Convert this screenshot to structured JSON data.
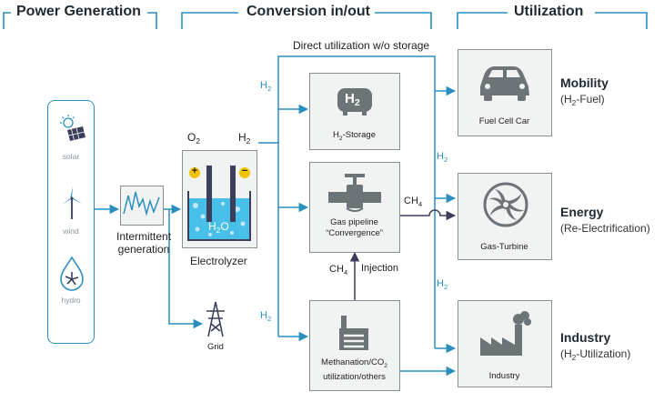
{
  "sections": {
    "power_generation": "Power Generation",
    "conversion": "Conversion in/out",
    "utilization": "Utilization"
  },
  "sources": [
    {
      "label": "solar",
      "icon": "solar-panel-icon"
    },
    {
      "label": "wind",
      "icon": "wind-turbine-icon"
    },
    {
      "label": "hydro",
      "icon": "hydro-icon"
    }
  ],
  "intermittent": {
    "line1": "Intermittent",
    "line2": "generation"
  },
  "grid": "Grid",
  "electrolyzer": {
    "label": "Electrolyzer",
    "o2": "O",
    "o2_sub": "2",
    "h2": "H",
    "h2_sub": "2",
    "water": "H",
    "water_sub": "2",
    "water_end": "O",
    "plus": "+",
    "minus": "−"
  },
  "direct_utilization": "Direct utilization w/o storage",
  "h2_storage": {
    "icon_text": "H",
    "icon_sub": "2",
    "caption_pre": "H",
    "caption_sub": "2",
    "caption_post": "-Storage"
  },
  "gas_pipeline": {
    "line1": "Gas pipeline",
    "line2": "“Convergence”"
  },
  "methanation": {
    "line1_pre": "Methanation/CO",
    "line1_sub": "2",
    "line2": "utilization/others"
  },
  "flow_labels": {
    "h2": "H",
    "h2_sub": "2",
    "ch4": "CH",
    "ch4_sub": "4",
    "injection": "Injection"
  },
  "outputs": {
    "fuel_cell_car": "Fuel Cell Car",
    "gas_turbine": "Gas-Turbine",
    "industry": "Industry"
  },
  "utilization": [
    {
      "title": "Mobility",
      "sub_pre": "(H",
      "sub_sub": "2",
      "sub_post": "-Fuel)"
    },
    {
      "title": "Energy",
      "sub": "(Re-Electrification)"
    },
    {
      "title": "Industry",
      "sub_pre": "(H",
      "sub_sub": "2",
      "sub_post": "-Utilization)"
    }
  ],
  "colors": {
    "accent": "#2a8fbf",
    "box_fill": "#f1f2f2",
    "box_border": "#8a8f93",
    "icon": "#6d7478"
  }
}
